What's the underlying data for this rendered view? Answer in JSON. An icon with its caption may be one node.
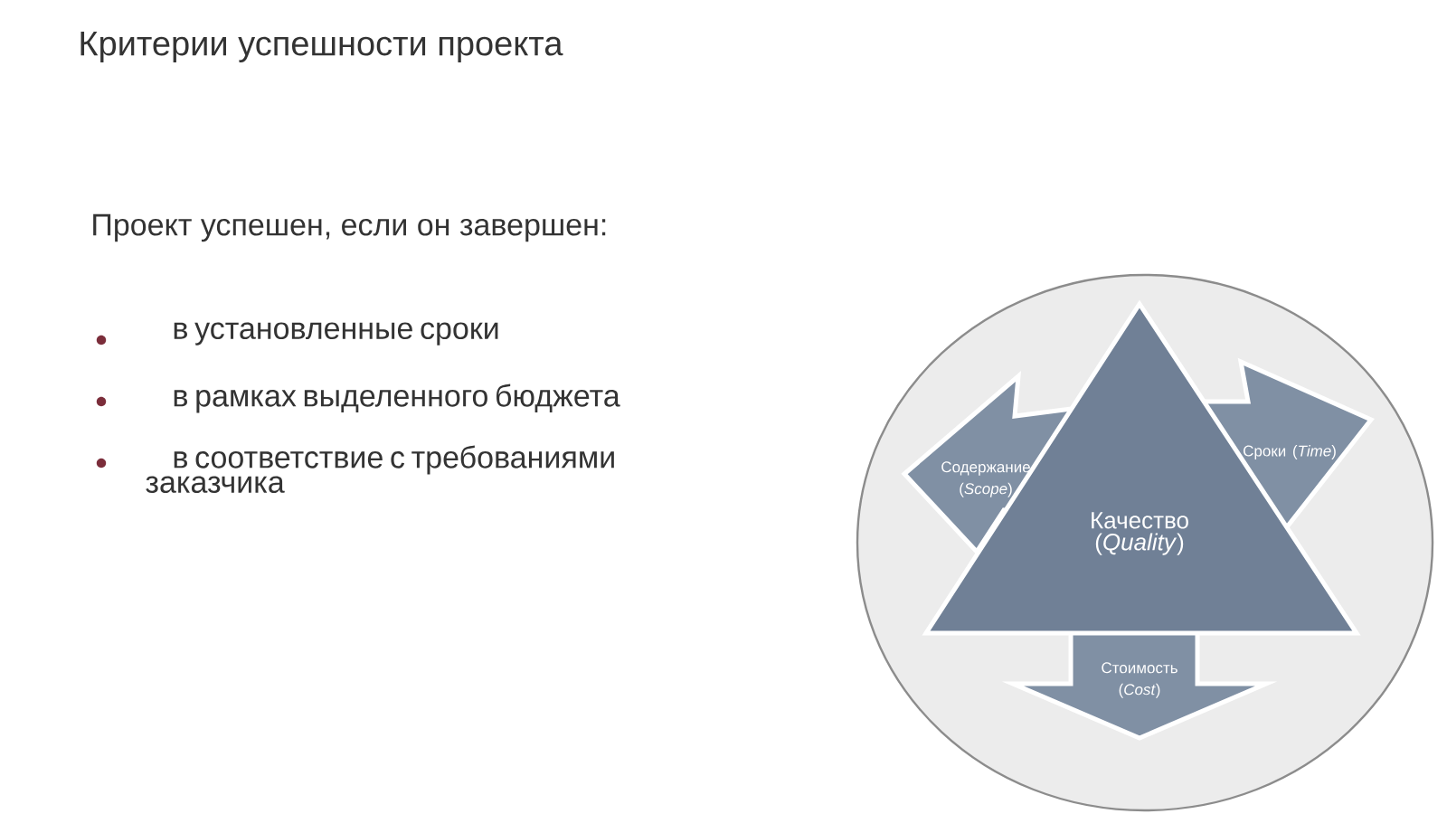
{
  "diagram": {
    "title": "Критерии успешности проекта",
    "nodes": [
      {
        "text": [],
        "shape": "circle"
      },
      {
        "text": [
          "Качество (*Quality*)"
        ],
        "in": 0
      },
      {
        "text": [
          "Содержание (*Scope*)"
        ],
        "in": 0
      },
      {
        "text": [
          "Сроки (*Time*)"
        ],
        "in": 0
      },
      {
        "text": [
          "Стоимость (*Cost*)"
        ],
        "in": 0
      }
    ],
    "labels": [
      "Проект успешен, если он завершен:",
      "в установленные сроки",
      "в рамках выделенного бюджета",
      "в соответствие с требованиями заказчика"
    ]
  }
}
